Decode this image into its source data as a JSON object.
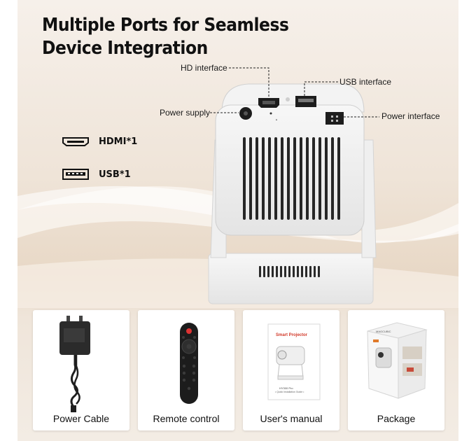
{
  "headline": {
    "line1": "Multiple Ports for Seamless",
    "line2": "Device Integration"
  },
  "callouts": {
    "hd": "HD interface",
    "usb": "USB interface",
    "power_supply": "Power supply",
    "power_interface": "Power interface"
  },
  "port_counts": [
    {
      "label": "HDMI*1",
      "icon": "hdmi-port-icon"
    },
    {
      "label": "USB*1",
      "icon": "usb-port-icon"
    }
  ],
  "accessories": [
    {
      "caption": "Power Cable"
    },
    {
      "caption": "Remote control"
    },
    {
      "caption": "User's manual"
    },
    {
      "caption": "Package"
    }
  ],
  "manual_cover": {
    "title": "Smart Projector",
    "model": "HY300 Pro",
    "subtitle": "• Quick Installation Guide •"
  },
  "package_brand": "MAGCUBIC",
  "colors": {
    "background": "#efe4d8",
    "projector_body": "#f4f4f4",
    "manual_title": "#d23a2a"
  }
}
